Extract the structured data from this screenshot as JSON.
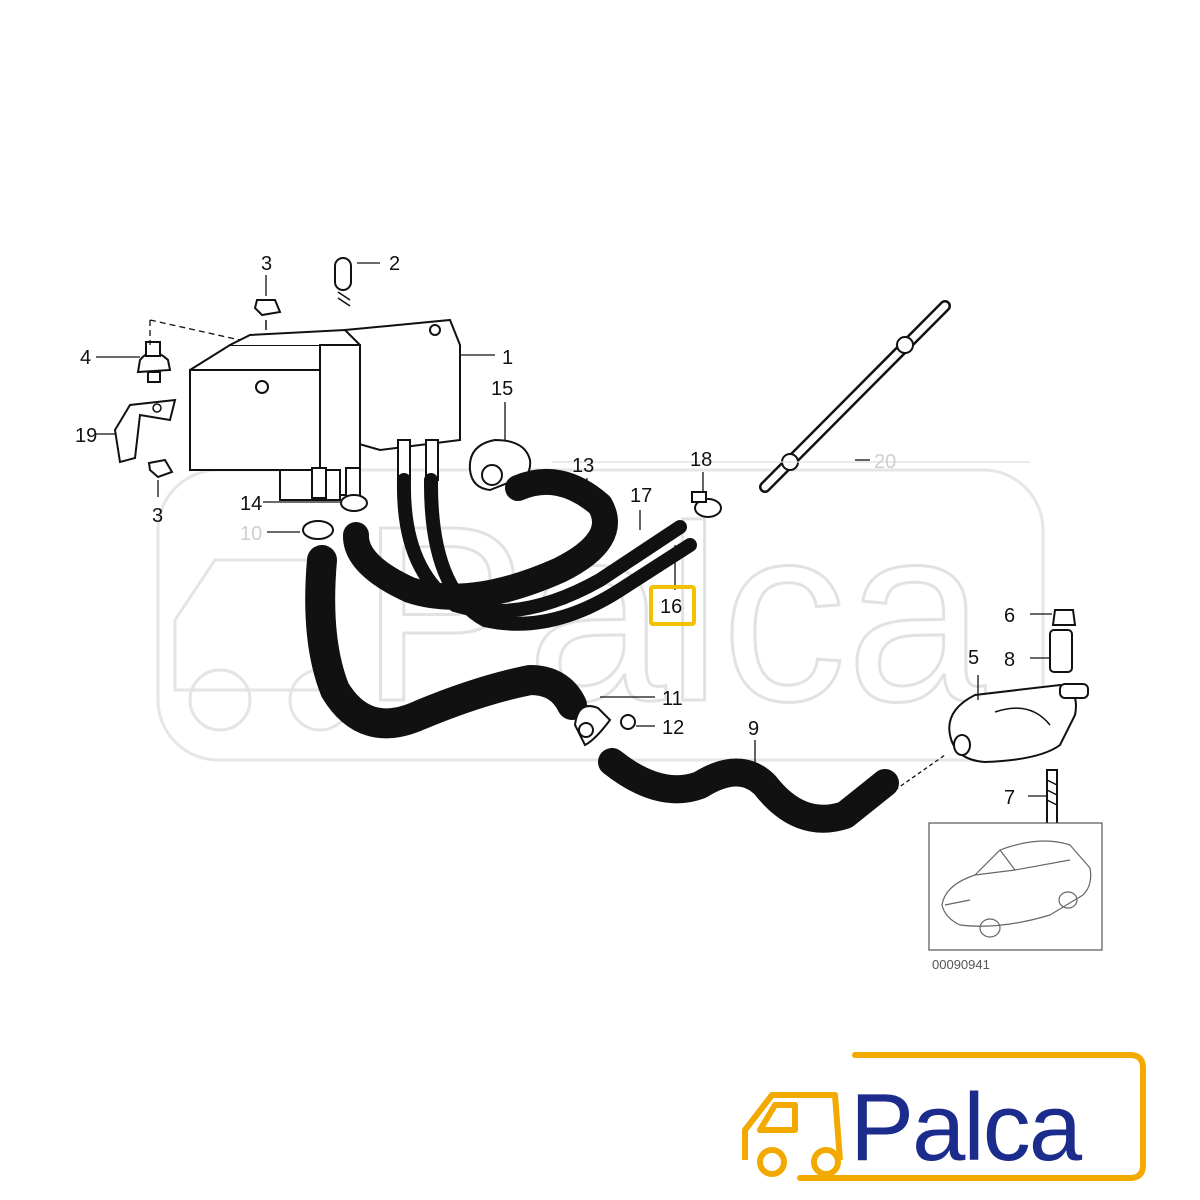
{
  "callouts": {
    "c1": "1",
    "c2": "2",
    "c3a": "3",
    "c3b": "3",
    "c4": "4",
    "c5": "5",
    "c6": "6",
    "c7": "7",
    "c8": "8",
    "c9": "9",
    "c10": "10",
    "c11": "11",
    "c12": "12",
    "c13": "13",
    "c14": "14",
    "c15": "15",
    "c16": "16",
    "c17": "17",
    "c18": "18",
    "c19": "19",
    "c20": "20"
  },
  "highlight": {
    "part": "16",
    "color": "#f2c100"
  },
  "part_number": "00090941",
  "watermark": {
    "text": "Palca"
  },
  "logo": {
    "text": "Palca",
    "text_color": "#1b2c8c",
    "accent_color": "#f2a900"
  }
}
